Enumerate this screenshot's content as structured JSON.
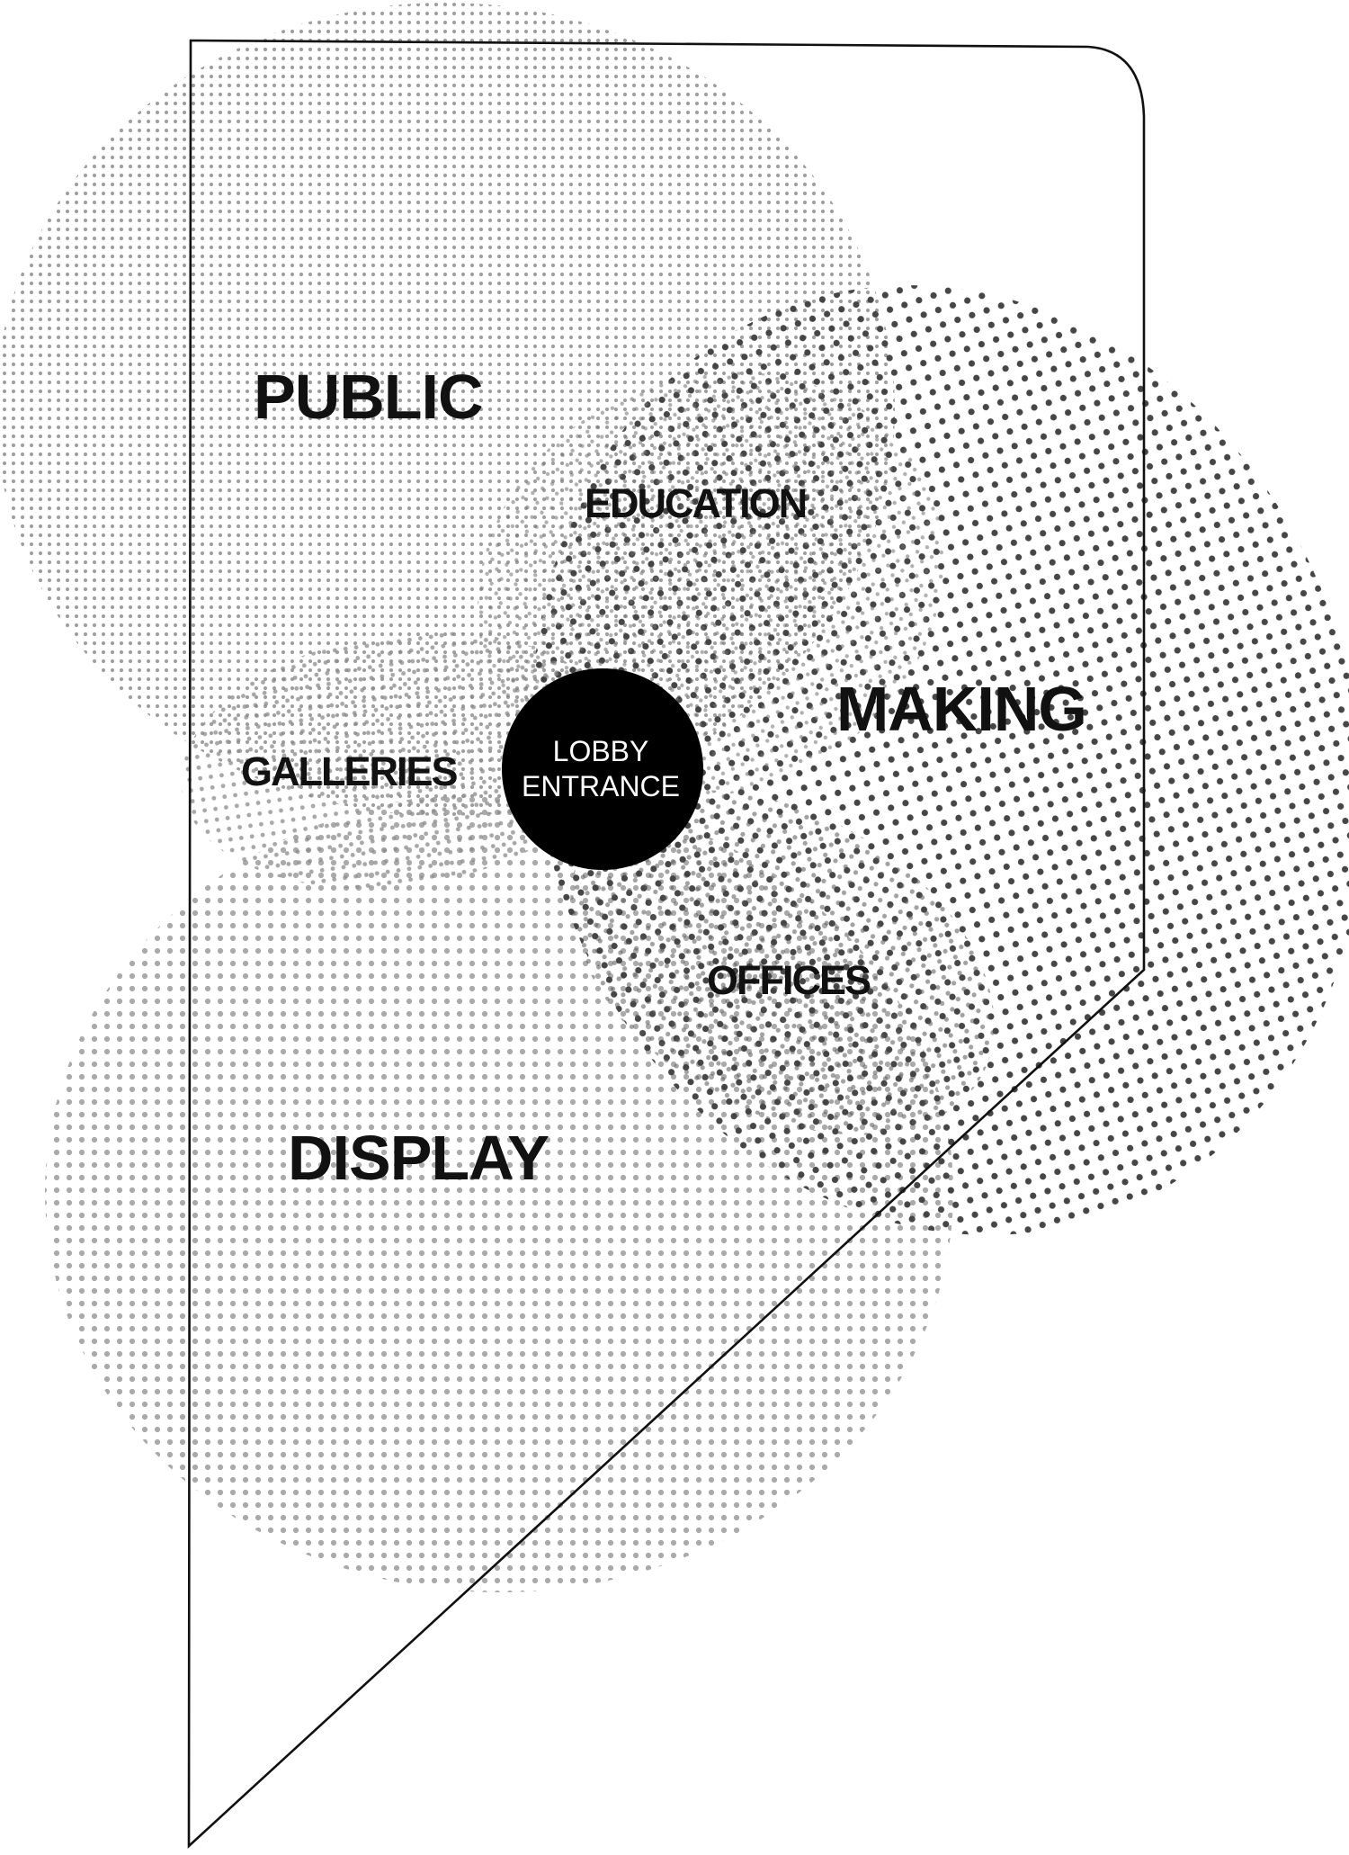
{
  "zones": {
    "public": {
      "label": "PUBLIC",
      "color": "#8c8c8c"
    },
    "making": {
      "label": "MAKING",
      "color": "#3a3a3a"
    },
    "display": {
      "label": "DISPLAY",
      "color": "#9a9a9a"
    }
  },
  "spaces": {
    "education": "EDUCATION",
    "galleries": "GALLERIES",
    "offices": "OFFICES"
  },
  "hub": {
    "line1": "LOBBY",
    "line2": "ENTRANCE",
    "color": "#000000"
  }
}
